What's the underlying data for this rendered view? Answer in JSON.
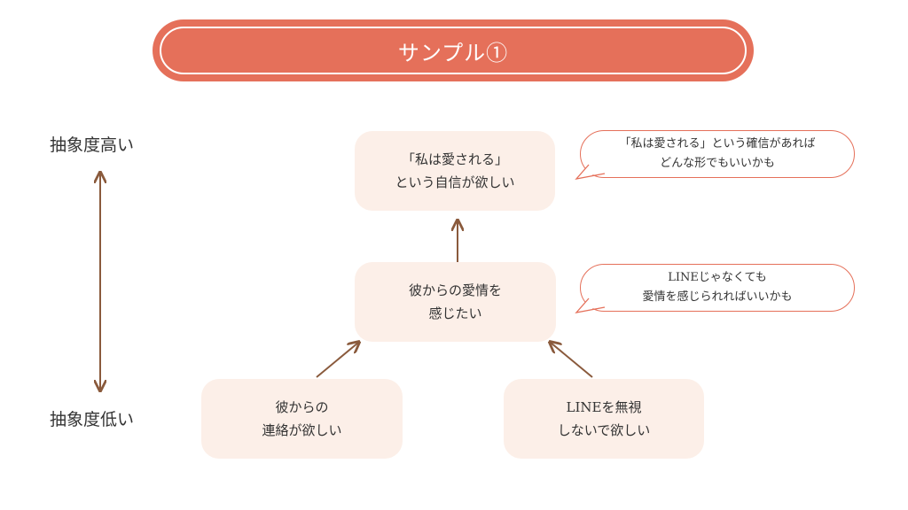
{
  "title": "サンプル①",
  "axis": {
    "high": "抽象度高い",
    "low": "抽象度低い"
  },
  "nodes": {
    "top": [
      "「私は愛される」",
      "という自信が欲しい"
    ],
    "mid": [
      "彼からの愛情を",
      "感じたい"
    ],
    "left": [
      "彼からの",
      "連絡が欲しい"
    ],
    "right": [
      "LINEを無視",
      "しないで欲しい"
    ]
  },
  "bubbles": {
    "b1": [
      "「私は愛される」という確信があれば",
      "どんな形でもいいかも"
    ],
    "b2": [
      "LINEじゃなくても",
      "愛情を感じられればいいかも"
    ]
  },
  "colors": {
    "accent": "#e5705a",
    "node_fill": "#fcefe8",
    "arrow": "#8a5a3c"
  }
}
